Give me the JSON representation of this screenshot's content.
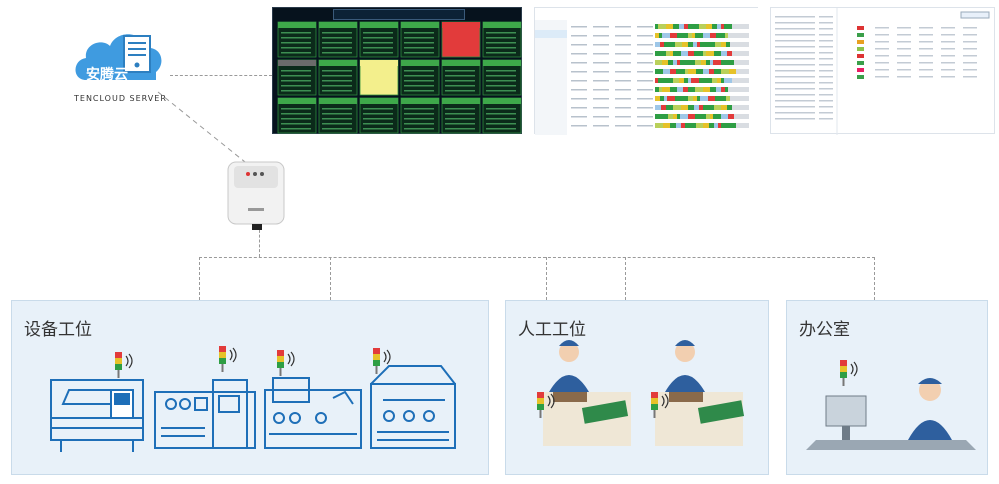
{
  "cloud": {
    "label": "安腾云",
    "server_caption": "TENCLOUD SERVER"
  },
  "zones": [
    {
      "key": "equipment",
      "title": "设备工位"
    },
    {
      "key": "manual",
      "title": "人工工位"
    },
    {
      "key": "office",
      "title": "办公室"
    }
  ],
  "colors": {
    "zone_bg": "#e8f1f9",
    "line_art": "#1e6fb8",
    "cloud_blue": "#3f9be0",
    "board_green": "#3ea84a",
    "alarm_red": "#e23b3b",
    "warn_yellow": "#f3ef8c"
  },
  "icons": [
    "cloud-server-icon",
    "gateway-device-icon",
    "signal-tower-icon",
    "wireless-icon",
    "machine-icon",
    "worker-icon",
    "office-worker-icon"
  ]
}
